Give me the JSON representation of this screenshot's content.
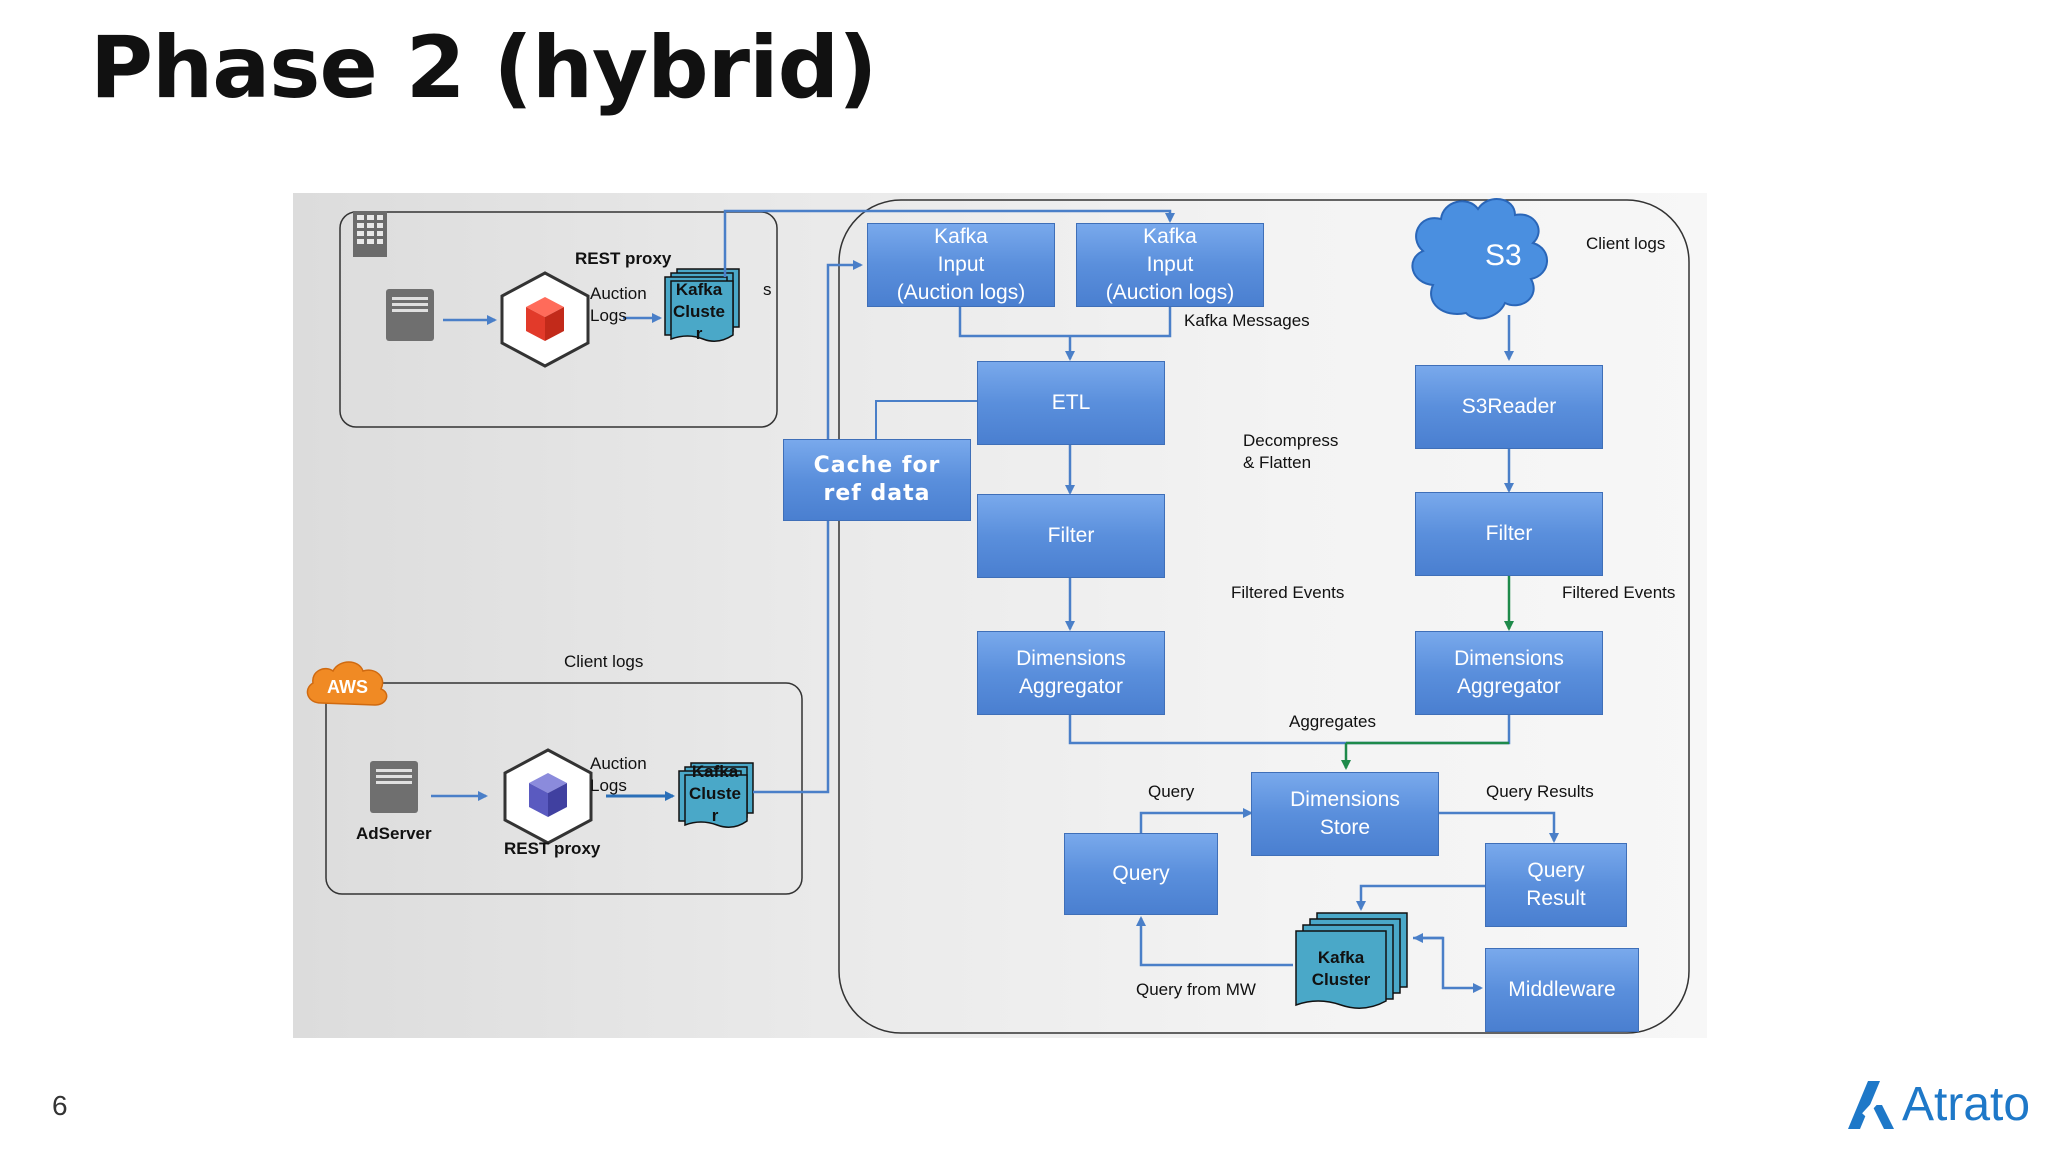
{
  "slide": {
    "title": "Phase 2 (hybrid)",
    "page_number": "6",
    "logo_text": "Atrato"
  },
  "colors": {
    "box_blue": "#5b8fdc",
    "kafka_teal": "#4aa8c8",
    "arrow_blue": "#4a7fc8",
    "arrow_green": "#1e8a4a",
    "aws_orange": "#f08a24",
    "logo_blue": "#1e78c8"
  },
  "onprem": {
    "building_icon": "building-icon",
    "server_icon": "server-icon",
    "proxy_icon": "cube-red-icon",
    "rest_proxy_label": "REST proxy",
    "auction_logs_label": "Auction\nLogs",
    "kafka_label": "Kafka\nCluste\nr",
    "trailing_s": "s"
  },
  "aws": {
    "badge": "AWS",
    "client_logs_label": "Client logs",
    "server_icon": "server-icon",
    "adserver_label": "AdServer",
    "proxy_icon": "cube-blue-icon",
    "rest_proxy_label": "REST proxy",
    "auction_logs_label": "Auction\nLogs",
    "kafka_label": "Kafka\nCluste\nr"
  },
  "pipeline": {
    "kafka_input_1": "Kafka\nInput\n(Auction logs)",
    "kafka_input_2": "Kafka\nInput\n(Auction logs)",
    "kafka_messages_label": "Kafka Messages",
    "cache": "Cache for\nref data",
    "etl": "ETL",
    "decompress_label": "Decompress\n& Flatten",
    "filter_left": "Filter",
    "filtered_events_left": "Filtered Events",
    "dims_agg_left": "Dimensions\nAggregator",
    "s3": "S3",
    "client_logs_right": "Client logs",
    "s3reader": "S3Reader",
    "filter_right": "Filter",
    "filtered_events_right": "Filtered Events",
    "dims_agg_right": "Dimensions\nAggregator",
    "aggregates_label": "Aggregates",
    "dims_store": "Dimensions\nStore",
    "query_label": "Query",
    "query_results_label": "Query Results",
    "query_box": "Query",
    "query_result_box": "Query\nResult",
    "kafka_cluster": "Kafka\nCluster",
    "middleware": "Middleware",
    "query_from_mw_label": "Query from MW"
  }
}
